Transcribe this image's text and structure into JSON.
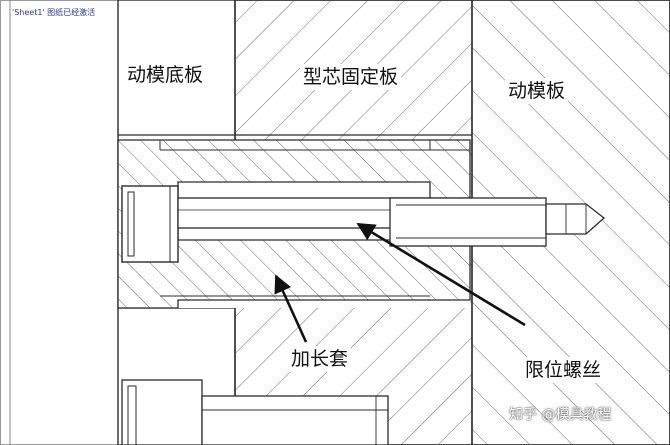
{
  "status_text": "'Sheet1' 图纸已经激活",
  "labels": {
    "moving_base_plate": "动模底板",
    "core_fixing_plate": "型芯固定板",
    "moving_plate": "动模板",
    "extension_sleeve": "加长套",
    "limit_screw": "限位螺丝"
  },
  "watermark": "知乎 @模具教程",
  "colors": {
    "line": "#2b2b2b",
    "hatch": "#6b6b6b",
    "background": "#ffffff",
    "status": "#2a3a8c"
  }
}
